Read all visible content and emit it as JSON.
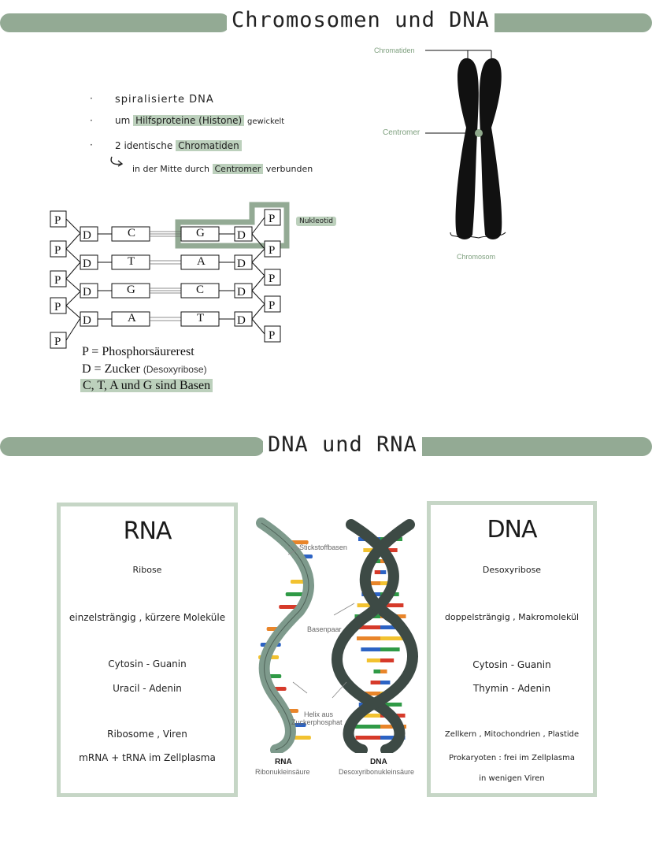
{
  "section1": {
    "title": "Chromosomen und DNA"
  },
  "bullets": {
    "b1": "spiralisierte DNA",
    "b2_pre": "um",
    "b2_hl": "Hilfsproteine (Histone)",
    "b2_post": "gewickelt",
    "b3_pre": "2 identische",
    "b3_hl": "Chromatiden",
    "b4_pre": "in der Mitte durch",
    "b4_hl": "Centromer",
    "b4_post": "verbunden"
  },
  "chromosome": {
    "chromatiden": "Chromatiden",
    "centromer": "Centromer",
    "chromosom": "Chromosom"
  },
  "dna_diagram": {
    "p": "P",
    "d": "D",
    "left_bases": [
      "C",
      "T",
      "G",
      "A"
    ],
    "right_bases": [
      "G",
      "A",
      "C",
      "T"
    ],
    "nukleotid": "Nukleotid",
    "legend_p": "P = Phosphorsäurerest",
    "legend_d": "D = Zucker",
    "legend_d_note": "(Desoxyribose)",
    "legend_bases": "C, T, A und G sind Basen"
  },
  "section2": {
    "title": "DNA und RNA"
  },
  "rna_card": {
    "title": "RNA",
    "sugar": "Ribose",
    "structure": "einzelsträngig , kürzere Moleküle",
    "pair1": "Cytosin - Guanin",
    "pair2": "Uracil - Adenin",
    "location": "Ribosome , Viren",
    "types": "mRNA + tRNA im Zellplasma"
  },
  "dna_card": {
    "title": "DNA",
    "sugar": "Desoxyribose",
    "structure": "doppelsträngig , Makromolekül",
    "pair1": "Cytosin - Guanin",
    "pair2": "Thymin - Adenin",
    "location": "Zellkern , Mitochondrien , Plastide",
    "prokaryoten": "Prokaryoten : frei im Zellplasma",
    "viren": "in wenigen Viren"
  },
  "helix_figure": {
    "stickstoffbasen": "Stickstoffbasen",
    "basenpaar": "Basenpaar",
    "helix_line1": "Helix aus",
    "helix_line2": "Zuckerphosphat",
    "rna": "RNA",
    "rna_sub": "Ribonukleinsäure",
    "dna": "DNA",
    "dna_sub": "Desoxyribonukleinsäure"
  },
  "colors": {
    "accent_green": "#93aa94",
    "highlight": "#bcd0bc",
    "rna_strand": "#7e9a8c",
    "dna_strand": "#3d4a45",
    "base_red": "#d63a2a",
    "base_yellow": "#f2c230",
    "base_blue": "#2c63c4",
    "base_green": "#2f9a46",
    "base_orange": "#e9852a"
  }
}
